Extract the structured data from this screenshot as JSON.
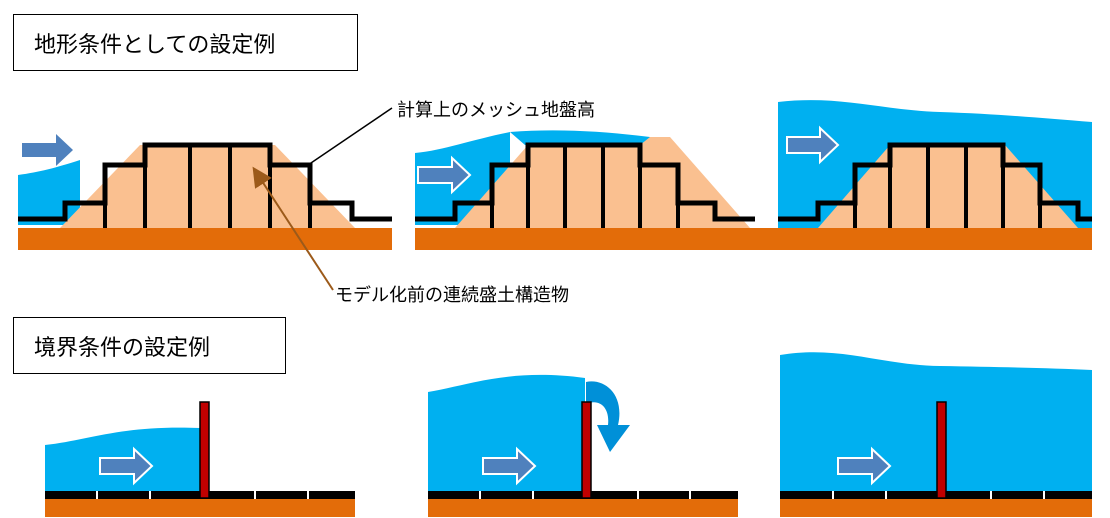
{
  "sections": {
    "terrain": {
      "title": "地形条件としての設定例"
    },
    "boundary": {
      "title": "境界条件の設定例"
    }
  },
  "annotations": {
    "mesh_ground": "計算上のメッシュ地盤高",
    "embankment": "モデル化前の連続盛土構造物"
  },
  "colors": {
    "water": "#00b0f0",
    "ground": "#e36c09",
    "embankment_fill": "#fac090",
    "wall": "#c00000",
    "arrow": "#4f81bd"
  }
}
